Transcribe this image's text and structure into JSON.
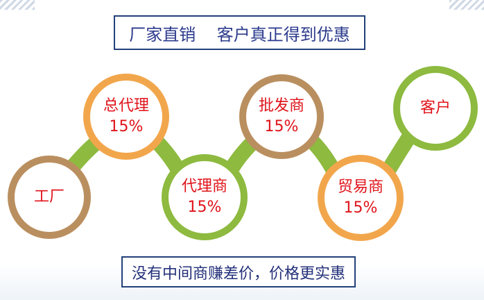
{
  "header": {
    "title": "厂家直销    客户真正得到优惠"
  },
  "footer": {
    "slogan": "没有中间商赚差价，价格更实惠"
  },
  "colors": {
    "banner_border": "#23407a",
    "banner_text": "#2b3a8c",
    "node_text": "#e0131a",
    "connector": "#8dba3f",
    "ring_brown": "#ba8f5f",
    "ring_orange": "#f2a64c",
    "ring_green": "#8dba3f"
  },
  "nodes": [
    {
      "label": "工厂",
      "pct": ""
    },
    {
      "label": "总代理",
      "pct": "15%"
    },
    {
      "label": "代理商",
      "pct": "15%"
    },
    {
      "label": "批发商",
      "pct": "15%"
    },
    {
      "label": "贸易商",
      "pct": "15%"
    },
    {
      "label": "客户",
      "pct": ""
    }
  ]
}
